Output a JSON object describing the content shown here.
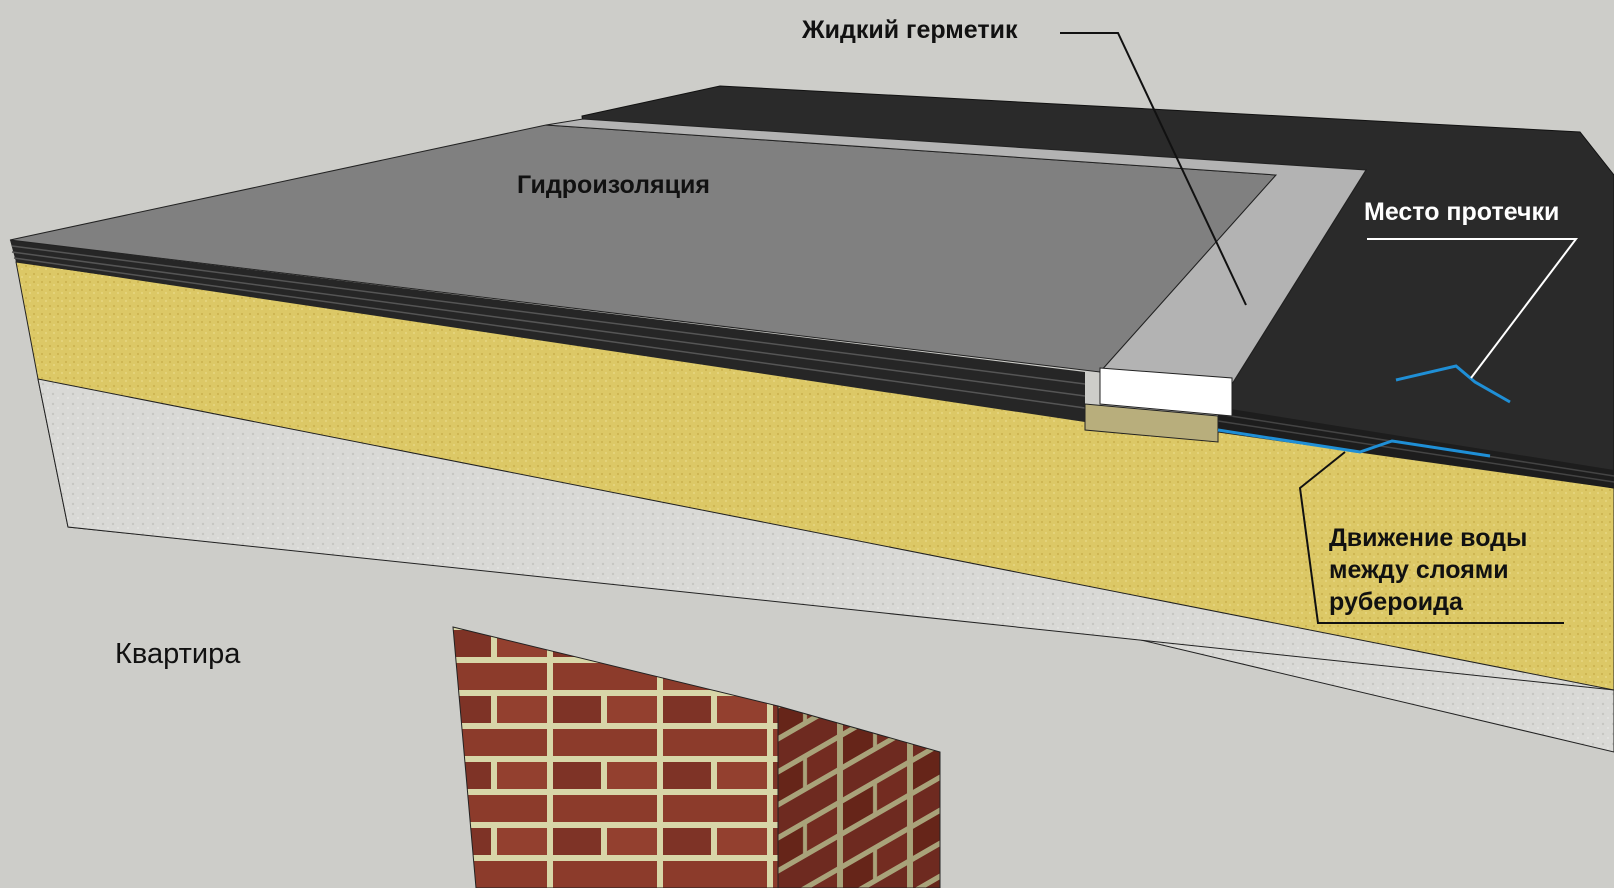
{
  "labels": {
    "sealant": "Жидкий герметик",
    "waterproofing": "Гидроизоляция",
    "leak": "Место протечки",
    "water_flow": [
      "Движение воды",
      "между слоями",
      "рубероида"
    ],
    "apartment": "Квартира"
  },
  "colors": {
    "background": "#cdcdc9",
    "waterproofing_membrane": "#7f7f7f",
    "liquid_sealant": "#b4b4b4",
    "roofing_felt": "#2a2a2a",
    "insulation": "#d9c463",
    "concrete_slab": "#d8d8d5",
    "brick": "#8a3a2a",
    "mortar": "#d8d6a8",
    "water_path": "#1f8fd6"
  }
}
